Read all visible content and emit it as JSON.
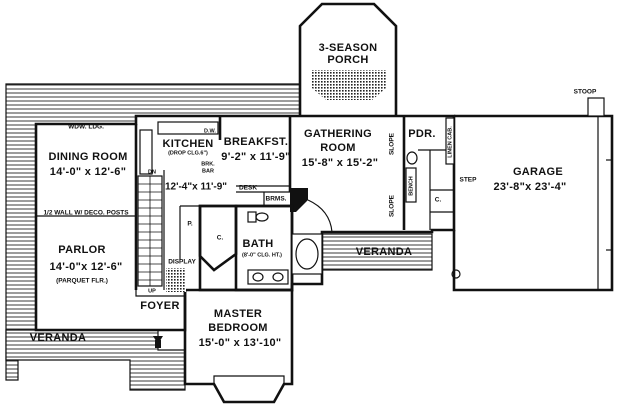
{
  "rooms": {
    "porch": {
      "name1": "3-SEASON",
      "name2": "PORCH"
    },
    "dining": {
      "name": "DINING ROOM",
      "size": "14'-0\" x 12'-6\""
    },
    "kitchen": {
      "name": "KITCHEN",
      "note": "(DROP CLG.6\")",
      "size": "12'-4\"x 11'-9\""
    },
    "breakfast": {
      "name": "BREAKFST.",
      "size": "9'-2\" x 11'-9\""
    },
    "gathering": {
      "name1": "GATHERING",
      "name2": "ROOM",
      "size": "15'-8\" x 15'-2\""
    },
    "pdr": {
      "name": "PDR."
    },
    "garage": {
      "name": "GARAGE",
      "size": "23'-8\"x 23'-4\""
    },
    "parlor": {
      "name": "PARLOR",
      "size": "14'-0\"x 12'-6\"",
      "note": "(PARQUET FLR.)"
    },
    "bath": {
      "name": "BATH",
      "note": "(8'-0\" CLG. HT.)"
    },
    "foyer": {
      "name": "FOYER"
    },
    "master": {
      "name1": "MASTER",
      "name2": "BEDROOM",
      "size": "15'-0\" x 13'-10\""
    }
  },
  "labels": {
    "wdw_ldg": "WDW. LDG.",
    "half_wall": "1/2 WALL W/ DECO. POSTS",
    "desk": "DESK",
    "brms": "BRMS.",
    "slope_top": "SLOPE",
    "slope_bottom": "SLOPE",
    "bench": "BENCH",
    "linen": "LINEN CAB.",
    "step": "STEP",
    "stoop": "STOOP",
    "veranda_left": "VERANDA",
    "veranda_right": "VERANDA",
    "display": "DISPLAY",
    "brk_bar": "BRK.",
    "brk_bar2": "BAR",
    "dn": "DN",
    "up": "UP",
    "dw": "D.W.",
    "closet_c": "C.",
    "closet_c2": "C.",
    "pantry_p": "P."
  }
}
